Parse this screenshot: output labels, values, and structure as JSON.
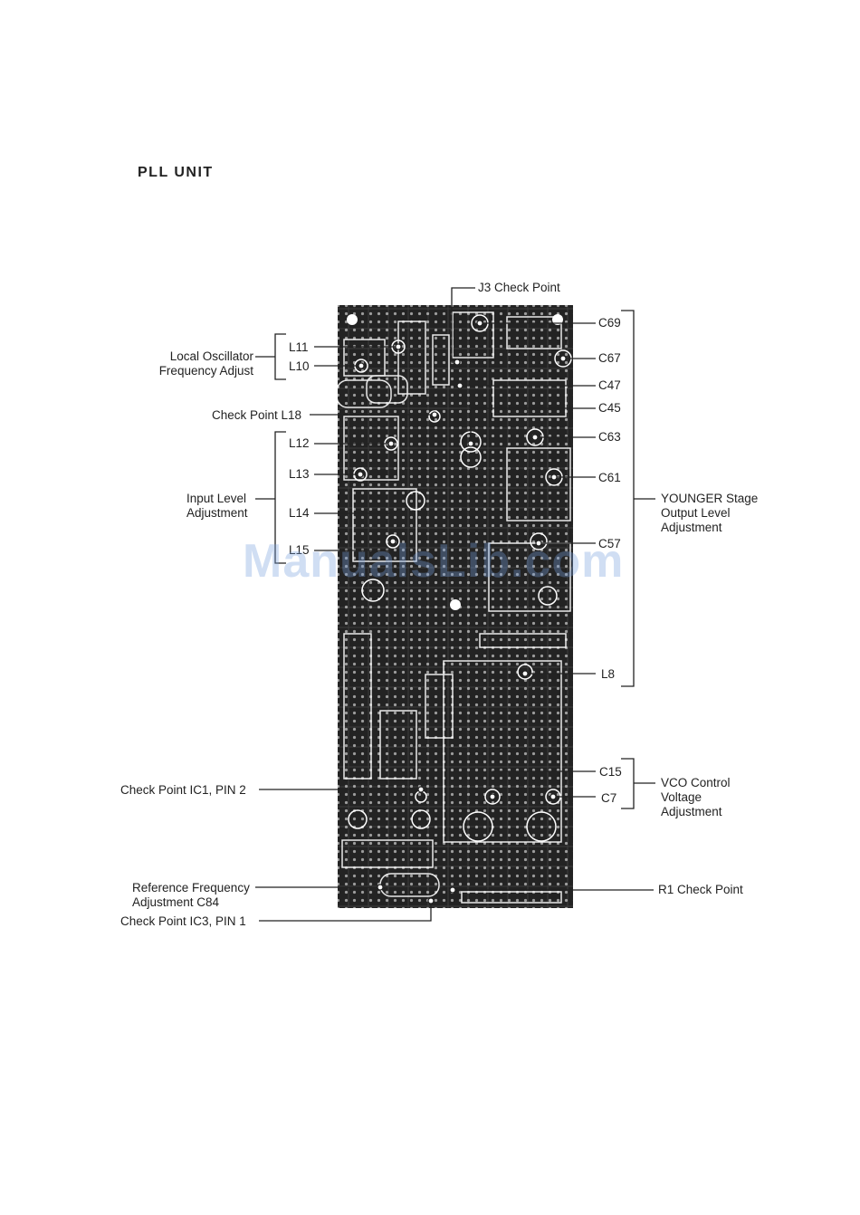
{
  "title": "PLL UNIT",
  "watermark": "ManualsLib.com",
  "labels": {
    "j3": "J3 Check Point",
    "c69": "C69",
    "c67": "C67",
    "c47": "C47",
    "c45": "C45",
    "c63": "C63",
    "c61": "C61",
    "c57": "C57",
    "l8": "L8",
    "c15": "C15",
    "c7": "C7",
    "r1": "R1 Check Point",
    "l11": "L11",
    "l10": "L10",
    "local_osc_1": "Local Oscillator",
    "local_osc_2": "Frequency Adjust",
    "cp_l18": "Check Point L18",
    "l12": "L12",
    "l13": "L13",
    "l14": "L14",
    "l15": "L15",
    "input_level_1": "Input Level",
    "input_level_2": "Adjustment",
    "younger_1": "YOUNGER Stage",
    "younger_2": "Output Level",
    "younger_3": "Adjustment",
    "vco_1": "VCO Control",
    "vco_2": "Voltage",
    "vco_3": "Adjustment",
    "cp_ic1": "Check Point IC1, PIN 2",
    "ref_1": "Reference Frequency",
    "ref_2": "Adjustment C84",
    "cp_ic3": "Check Point IC3, PIN 1"
  },
  "colors": {
    "board": "#222222",
    "ink": "#222222",
    "watermark": "#7aa0dc"
  }
}
